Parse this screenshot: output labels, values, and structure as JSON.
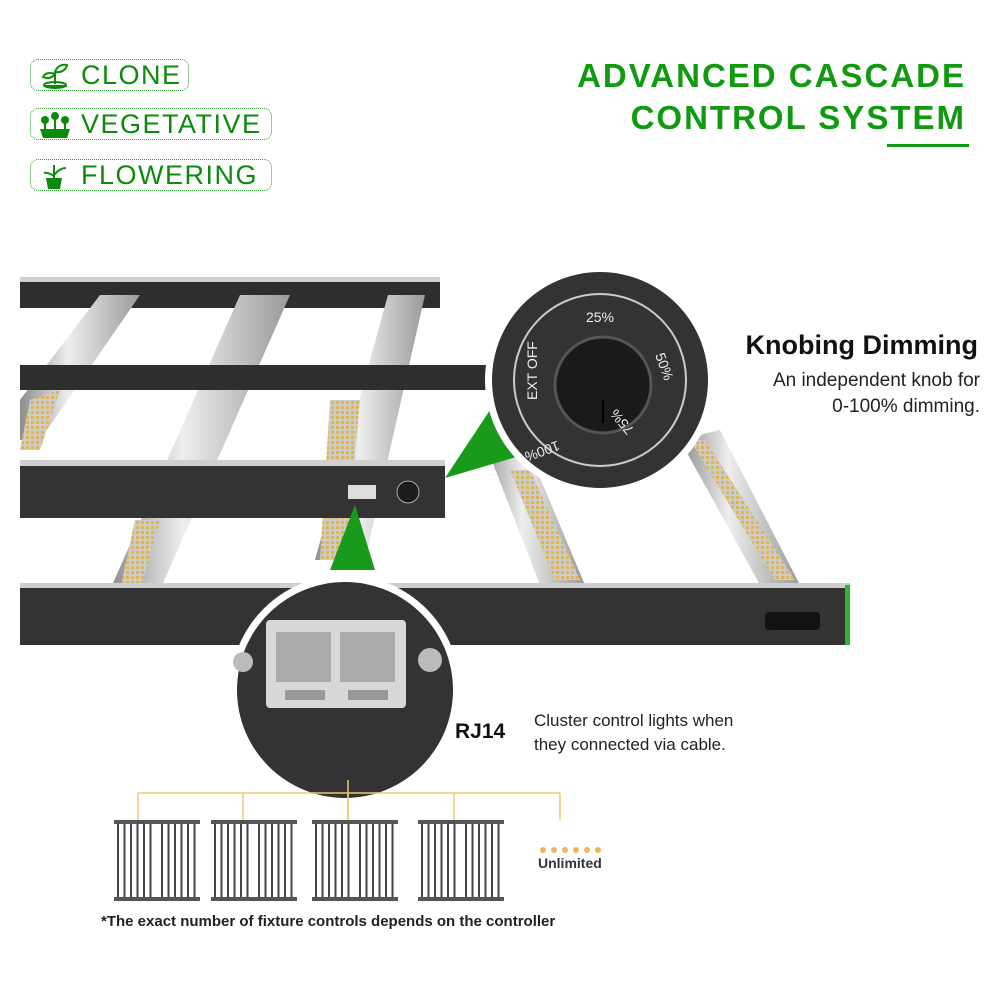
{
  "stages": [
    {
      "label": "CLONE",
      "icon": "seedling-icon"
    },
    {
      "label": "VEGETATIVE",
      "icon": "plant-tray-icon"
    },
    {
      "label": "FLOWERING",
      "icon": "potted-plant-icon"
    }
  ],
  "header": {
    "line1": "ADVANCED CASCADE",
    "line2": "CONTROL SYSTEM"
  },
  "knob": {
    "title": "Knobing Dimming",
    "desc_line1": "An independent knob for",
    "desc_line2": "0-100% dimming.",
    "dial_labels": {
      "off": "EXT OFF",
      "p25": "25%",
      "p50": "50%",
      "p75": "75%",
      "p100": "100%"
    }
  },
  "rj14": {
    "title": "RJ14",
    "desc_line1": "Cluster control lights when",
    "desc_line2": "they connected via cable."
  },
  "diagram": {
    "fixture_count": 4,
    "unlimited_label": "Unlimited"
  },
  "footnote": "*The exact number of fixture controls depends on the controller",
  "colors": {
    "brand_green": "#0f9a0f",
    "cable": "#f0c878",
    "frame": "#2e2e2e"
  }
}
